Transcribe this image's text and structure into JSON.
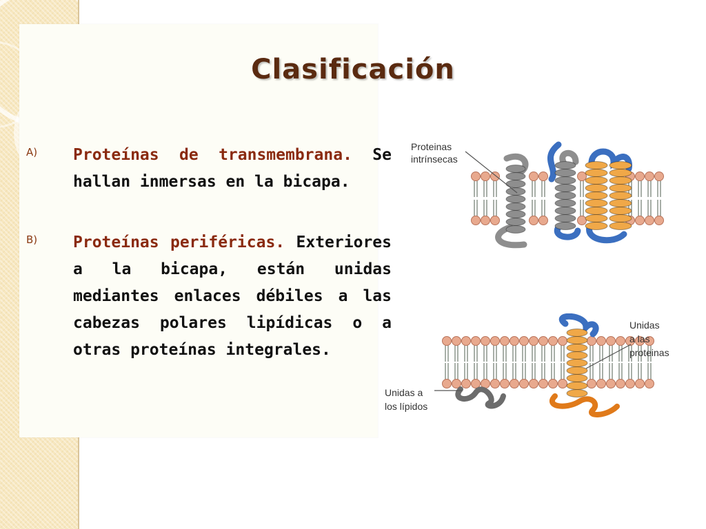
{
  "slide": {
    "title": "Clasificación",
    "bullets": [
      {
        "marker": "A)",
        "term": "Proteínas de transmembrana.",
        "text": " Se hallan inmersas en la bicapa."
      },
      {
        "marker": "B)",
        "term": "Proteínas periféricas.",
        "text": " Exteriores a la bicapa, están unidas mediantes enlaces débiles a las cabezas polares lipídicas o a otras proteínas integrales."
      }
    ]
  },
  "figure_top": {
    "label_line1": "Proteinas",
    "label_line2": "intrínsecas"
  },
  "figure_bottom": {
    "label_right_line1": "Unidas",
    "label_right_line2": "a las",
    "label_right_line3": "proteinas",
    "label_left_line1": "Unidas a",
    "label_left_line2": "los lípidos"
  },
  "colors": {
    "title": "#5a2a10",
    "term": "#8a2a10",
    "sidebar": "#f7e7bf",
    "lipid_head": "#e8a98e",
    "protein_gray": "#8e8e8e",
    "protein_orange": "#f0a848",
    "protein_blue": "#3b6fc0",
    "protein_dark_orange": "#e07a1a"
  }
}
